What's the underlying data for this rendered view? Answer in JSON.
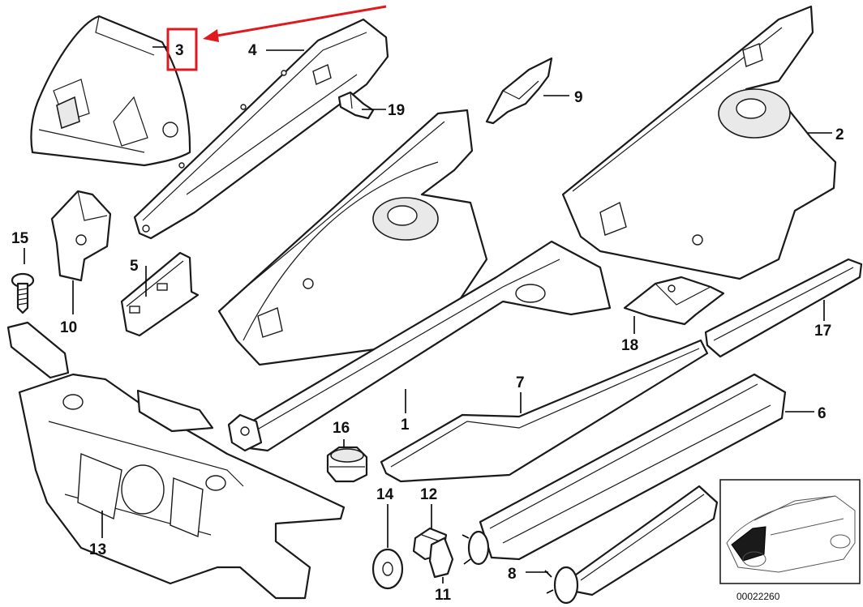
{
  "highlight_color": "#e0191f",
  "callouts": [
    {
      "id": "1",
      "label": "1"
    },
    {
      "id": "2",
      "label": "2"
    },
    {
      "id": "3",
      "label": "3"
    },
    {
      "id": "4",
      "label": "4"
    },
    {
      "id": "5",
      "label": "5"
    },
    {
      "id": "6",
      "label": "6"
    },
    {
      "id": "7",
      "label": "7"
    },
    {
      "id": "8",
      "label": "8"
    },
    {
      "id": "9",
      "label": "9"
    },
    {
      "id": "10",
      "label": "10"
    },
    {
      "id": "11",
      "label": "11"
    },
    {
      "id": "12",
      "label": "12"
    },
    {
      "id": "13",
      "label": "13"
    },
    {
      "id": "14",
      "label": "14"
    },
    {
      "id": "15",
      "label": "15"
    },
    {
      "id": "16",
      "label": "16"
    },
    {
      "id": "17",
      "label": "17"
    },
    {
      "id": "18",
      "label": "18"
    },
    {
      "id": "19",
      "label": "19"
    }
  ],
  "inset": {
    "code": "00022260"
  }
}
